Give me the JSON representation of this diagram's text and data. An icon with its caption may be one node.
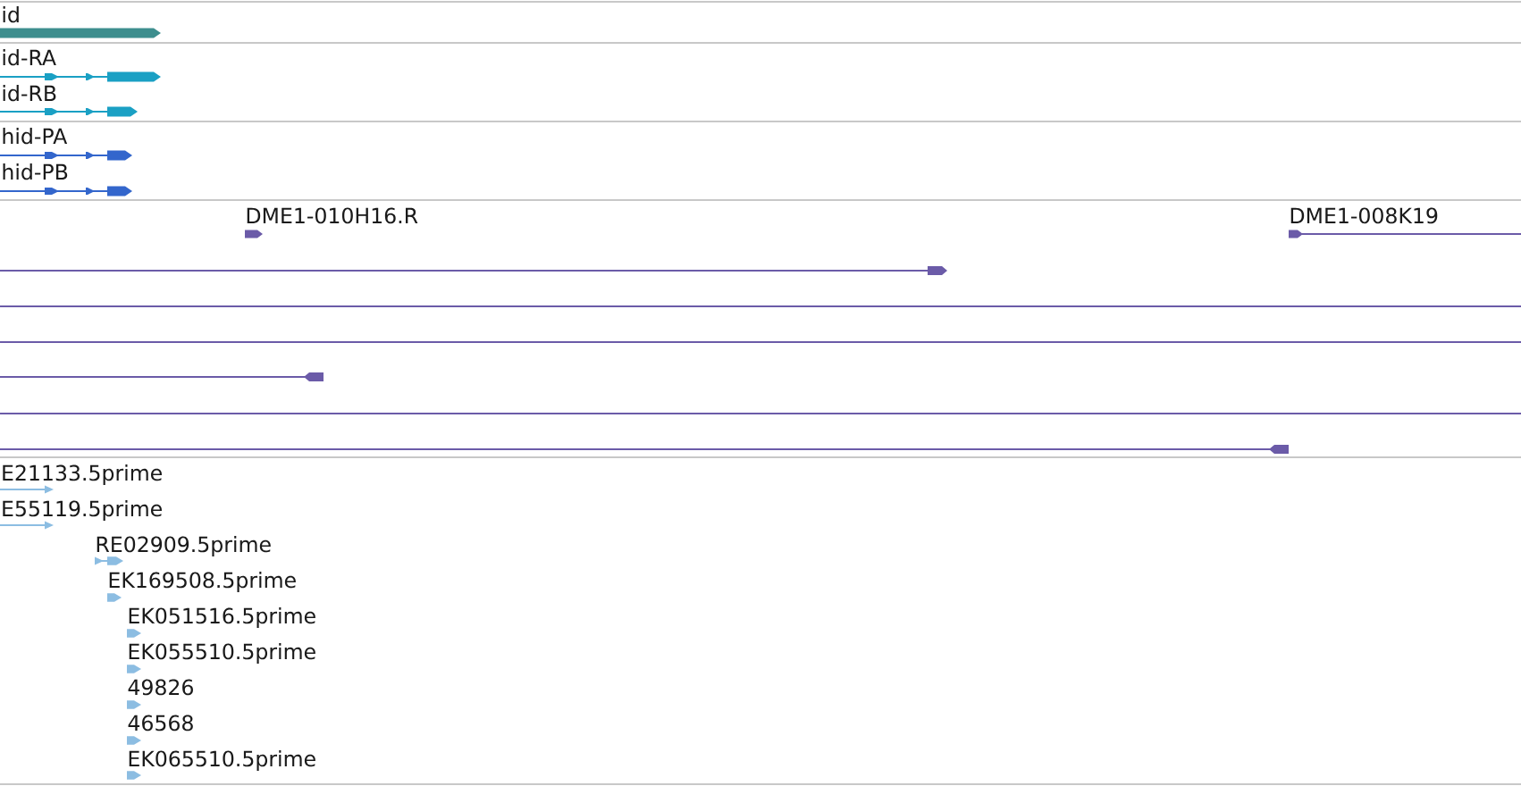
{
  "diagram": {
    "nodes": [
      {
        "text": [
          "id"
        ]
      },
      {
        "text": [
          "id-RA"
        ]
      },
      {
        "text": [
          "id-RB"
        ]
      },
      {
        "text": [
          "hid-PA"
        ]
      },
      {
        "text": [
          "hid-PB"
        ]
      },
      {
        "text": [
          "DME1-010H16.R"
        ]
      },
      {
        "text": [
          "DME1-008K19"
        ]
      },
      {
        "text": [],
        "shape": "bar"
      },
      {
        "text": [],
        "shape": "bar"
      },
      {
        "text": [],
        "shape": "bar"
      },
      {
        "text": [],
        "shape": "bar"
      },
      {
        "text": [],
        "shape": "bar"
      },
      {
        "text": [],
        "shape": "bar"
      },
      {
        "text": [
          "E21133.5prime"
        ]
      },
      {
        "text": [
          "E55119.5prime"
        ]
      },
      {
        "text": [
          "RE02909.5prime"
        ]
      },
      {
        "text": [
          "EK169508.5prime"
        ]
      },
      {
        "text": [
          "EK051516.5prime"
        ]
      },
      {
        "text": [
          "EK055510.5prime"
        ]
      },
      {
        "text": [
          "49826"
        ]
      },
      {
        "text": [
          "46568"
        ]
      },
      {
        "text": [
          "EK065510.5prime"
        ]
      }
    ]
  }
}
